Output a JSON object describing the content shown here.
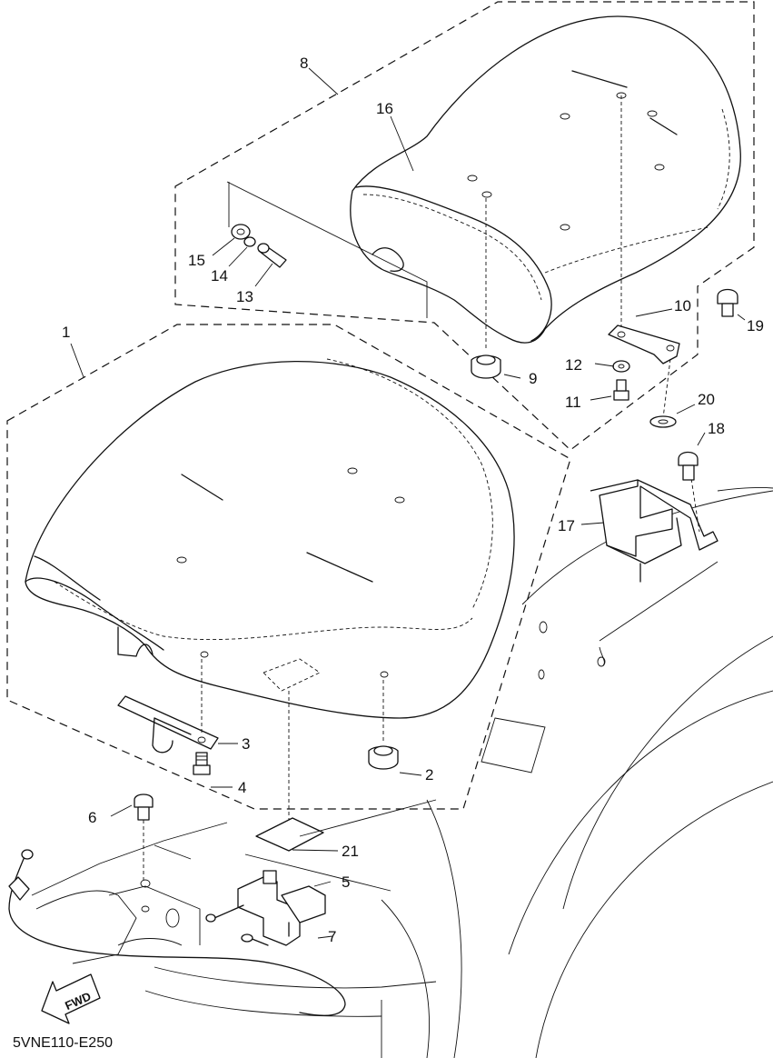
{
  "diagram": {
    "drawing_code": "5VNE110-E250",
    "direction_label": "FWD",
    "callouts": [
      {
        "id": "1",
        "label": "1"
      },
      {
        "id": "2",
        "label": "2"
      },
      {
        "id": "3",
        "label": "3"
      },
      {
        "id": "4",
        "label": "4"
      },
      {
        "id": "5",
        "label": "5"
      },
      {
        "id": "6",
        "label": "6"
      },
      {
        "id": "7",
        "label": "7"
      },
      {
        "id": "8",
        "label": "8"
      },
      {
        "id": "9",
        "label": "9"
      },
      {
        "id": "10",
        "label": "10"
      },
      {
        "id": "11",
        "label": "11"
      },
      {
        "id": "12",
        "label": "12"
      },
      {
        "id": "13",
        "label": "13"
      },
      {
        "id": "14",
        "label": "14"
      },
      {
        "id": "15",
        "label": "15"
      },
      {
        "id": "16",
        "label": "16"
      },
      {
        "id": "17",
        "label": "17"
      },
      {
        "id": "18",
        "label": "18"
      },
      {
        "id": "19",
        "label": "19"
      },
      {
        "id": "20",
        "label": "20"
      },
      {
        "id": "21",
        "label": "21"
      }
    ]
  }
}
